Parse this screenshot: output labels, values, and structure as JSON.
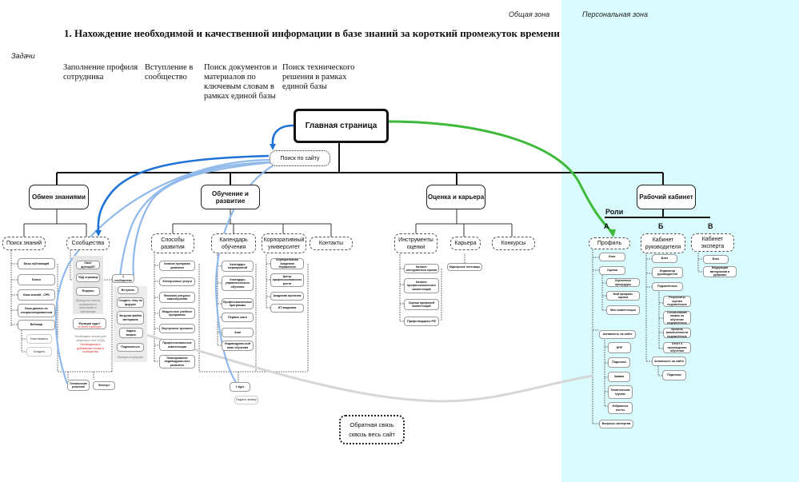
{
  "zones": {
    "common": "Общая зона",
    "personal": "Персональная зона"
  },
  "title": "1. Нахождение необходимой и качественной информации в базе знаний за короткий промежуток времени",
  "tasks_label": "Задачи",
  "tasks": [
    "Заполнение профиля сотрудника",
    "Вступление в сообщество",
    "Поиск документов и материалов по ключевым словам в рамках единой базы",
    "Поиск технического решения в рамках единой базы"
  ],
  "main_page": "Главная страница",
  "site_search": "Поиск по сайту",
  "feedback": "Обратная связь сквозь весь сайт",
  "sections": {
    "knowledge": "Обмен знаниями",
    "learning": "Обучение и развитие",
    "career": "Оценка и карьера",
    "cabinet": "Рабочий кабинет"
  },
  "roles": {
    "label": "Роли",
    "a": "А",
    "b": "Б",
    "c": "В"
  },
  "knowledge": {
    "search": "Поиск знаний",
    "search_items": [
      "Базы публикаций",
      "Блоги",
      "База знаний - СРБ",
      "База данных по специализированным",
      "Вебинар"
    ],
    "webinar_items": [
      "Участвовать",
      "Создать"
    ],
    "communities": "Сообщества",
    "community_panel": [
      "Своё функций?",
      "ЧЗД страница",
      "Форумы"
    ],
    "community_note": "Функции по поиску сообществ по категориям и публикации",
    "faq": "Функция чудо?",
    "faq_note": "по всей структуре",
    "extra_note": "Необходимо кнопка для общения в чате (ЧЗД)",
    "extra_red": "Необходимость добавления кнопки в сообщества",
    "forum_node": "1 сообщество",
    "forum_items": [
      "Вступить",
      "Создать тему на форуме",
      "Загрузка файла материала",
      "Задать вопрос",
      "Подписаться"
    ],
    "forum_caption": "Функции на форуме",
    "bottom": [
      "Технические решения",
      "Эксперт"
    ]
  },
  "learning": {
    "ways": "Способы развития",
    "ways_items": [
      "Каталог программ развития",
      "Электронные услуги",
      "Внешние ресурсы самообучения",
      "Модульные учебные программы",
      "Внутренние тренинги",
      "Профессиональные компетенции",
      "Планирование индивидуального развития"
    ],
    "calendar": "Календарь обучения",
    "calendar_items": [
      "Календарь мероприятий",
      "Календарь управленческого обучения",
      "Профессиональные программы",
      "Первые шаги",
      "Anal",
      "Индивидуальный план обучения"
    ],
    "calendar_bottom": [
      "1 курс",
      "Подать заявку"
    ],
    "university": "Корпоративный университет",
    "university_items": [
      "Корпоративная Академия Управления",
      "Центр профессионального роста",
      "Академия проектов",
      "ИТ академия"
    ],
    "contacts": "Контакты"
  },
  "career": {
    "tools": "Инструменты оценки",
    "tools_items": [
      "Каталог инструментов оценки",
      "Каталог профессиональных компетенций",
      "Оценка профилей компетенций",
      "Профстандарты РФ"
    ],
    "career": "Карьера",
    "career_items": [
      "Карьерные лестницы"
    ],
    "contests": "Конкурсы"
  },
  "cabinet": {
    "profile": "Профиль",
    "profile_items": [
      "Блог",
      "Оценка",
      "Активность на сайте",
      "Вопросы экспертам"
    ],
    "assessment_items": [
      "Оценочные процедуры",
      "Мой профиль оценки",
      "Мои компетенции"
    ],
    "activity_items": [
      "ИПР",
      "Подписки",
      "Заявки",
      "Тематические группы",
      "Избранные посты"
    ],
    "manager": "Кабинет руководителя",
    "manager_items": [
      "Блог",
      "Индикатор руководителя",
      "Подчинённые",
      "Активность на сайте"
    ],
    "subordinates_items": [
      "Результаты оценки подчинённых",
      "Согласование заявок на обучение подчинённых",
      "Уровень вовлечённости подчинённых",
      "Отчёт о прохождении обучения"
    ],
    "manager_activity_items": [
      "Подписки"
    ],
    "expert": "Кабинет эксперта",
    "expert_items": [
      "Блог",
      "Модерация материалов в рубриках"
    ]
  },
  "colors": {
    "personal_zone": "#dafbfd",
    "search_arrow": "#1f72d6",
    "search_arrow_light": "#8fb9ea",
    "profile_arrow": "#3dba3a",
    "feedback_curve": "#d9d9d9"
  }
}
